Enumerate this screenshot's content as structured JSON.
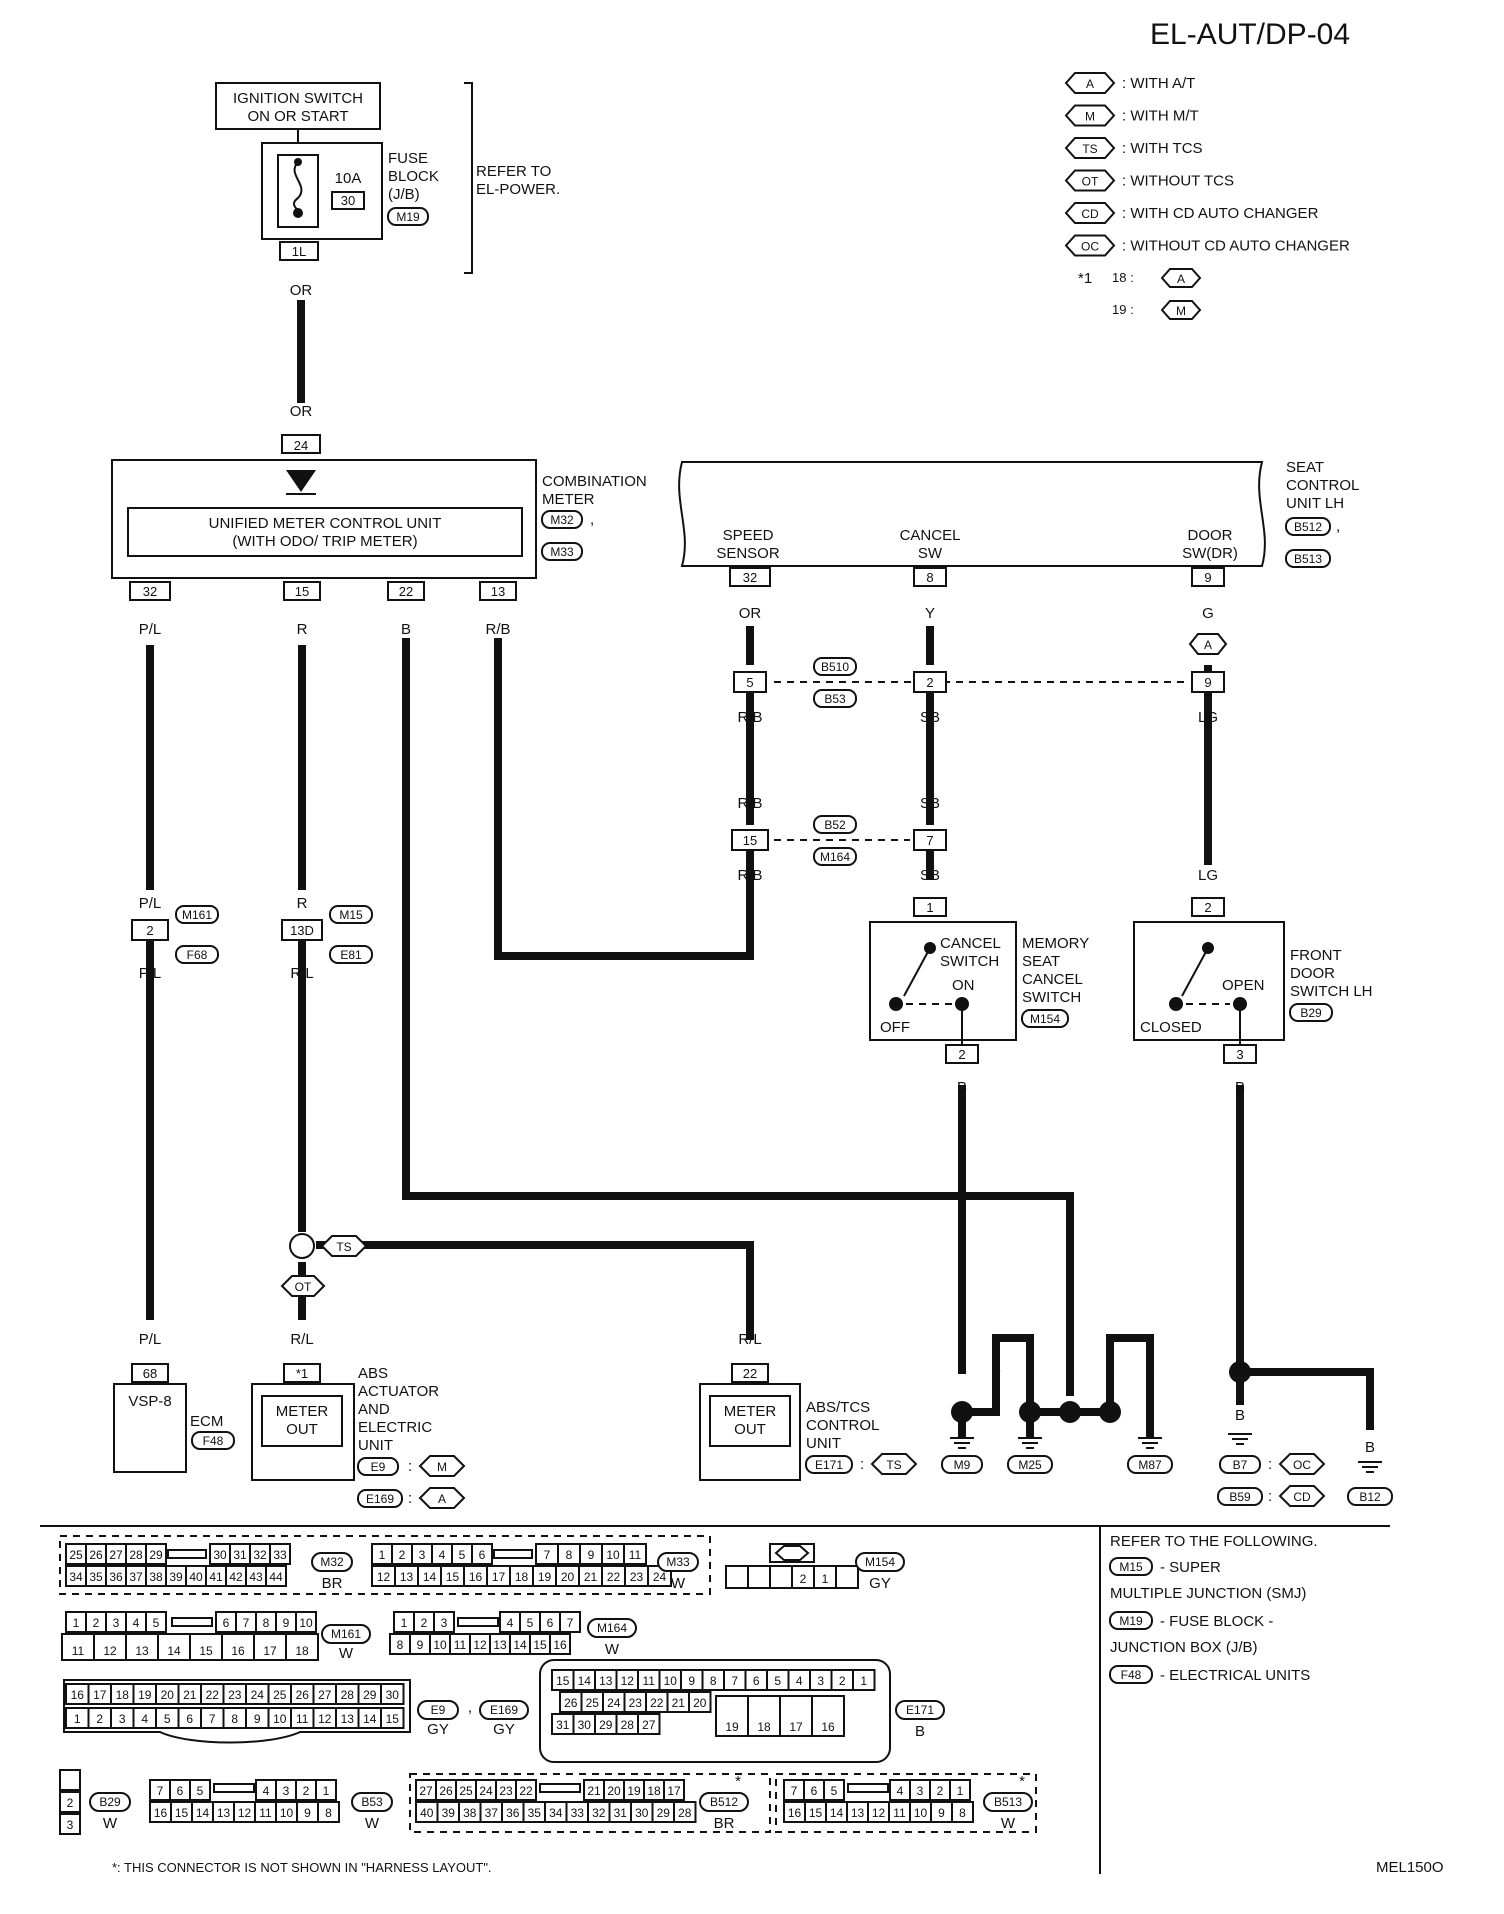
{
  "page_id": "EL-AUT/DP-04",
  "figure_id": "MEL150O",
  "legend": [
    {
      "tag": "A",
      "text": ": WITH A/T"
    },
    {
      "tag": "M",
      "text": ": WITH M/T"
    },
    {
      "tag": "TS",
      "text": ": WITH TCS"
    },
    {
      "tag": "OT",
      "text": ": WITHOUT TCS"
    },
    {
      "tag": "CD",
      "text": ": WITH CD AUTO CHANGER"
    },
    {
      "tag": "OC",
      "text": ": WITHOUT CD AUTO CHANGER"
    }
  ],
  "note_star1": {
    "mark": "*1",
    "row1_num": "18 :",
    "row1_tag": "A",
    "row2_num": "19 :",
    "row2_tag": "M"
  },
  "ignition": {
    "line1": "IGNITION SWITCH",
    "line2": "ON OR START"
  },
  "fuse": {
    "amp": "10A",
    "num": "30",
    "label1": "FUSE",
    "label2": "BLOCK",
    "label3": "(J/B)",
    "conn": "M19",
    "term": "1L"
  },
  "refer_power": {
    "line1": "REFER TO",
    "line2": "EL-POWER."
  },
  "combo_meter": {
    "label1": "COMBINATION",
    "label2": "METER",
    "conn1": "M32",
    "conn2": "M33",
    "comma": ",",
    "unit1": "UNIFIED METER CONTROL UNIT",
    "unit2": "(WITH ODO/ TRIP METER)",
    "term_in": "24",
    "t32": "32",
    "t15": "15",
    "t22": "22",
    "t13": "13"
  },
  "seat_unit": {
    "label1": "SEAT",
    "label2": "CONTROL",
    "label3": "UNIT LH",
    "conn1": "B512",
    "conn2": "B513",
    "comma": ",",
    "speed1": "SPEED",
    "speed2": "SENSOR",
    "cancel1": "CANCEL",
    "cancel2": "SW",
    "door1": "DOOR",
    "door2": "SW(DR)",
    "t32": "32",
    "t8": "8",
    "t9": "9"
  },
  "wire_colors": {
    "or_top": "OR",
    "or_mid": "OR",
    "pl1": "P/L",
    "r1": "R",
    "b1": "B",
    "rb1": "R/B",
    "or_seat": "OR",
    "y": "Y",
    "g": "G",
    "rb2": "R/B",
    "sb1": "SB",
    "lg1": "LG",
    "rb3": "R/B",
    "sb2": "SB",
    "rb4": "R/B",
    "sb3": "SB",
    "lg2": "LG",
    "pl2": "P/L",
    "pl3": "P/L",
    "r2": "R",
    "rl1": "R/L",
    "pl4": "P/L",
    "rl2": "R/L",
    "rl3": "R/L",
    "b_ms": "B",
    "b_fd": "B",
    "b_g1": "B",
    "b_g2": "B",
    "b_g3": "B",
    "b_g4": "B",
    "b_g5": "B",
    "b_g6": "B",
    "b_g7": "B",
    "b_g8": "B"
  },
  "joints": {
    "j1_a": "5",
    "j1_b": "2",
    "j1_c": "9",
    "j1_conn1": "B510",
    "j1_conn2": "B53",
    "j2_a": "15",
    "j2_b": "7",
    "j2_conn1": "B52",
    "j2_conn2": "M164",
    "m161_t": "2",
    "m161_c": "M161",
    "m161_c2": "F68",
    "m15_t": "13D",
    "m15_c": "M15",
    "m15_c2": "E81",
    "tag_a": "A",
    "tag_ts": "TS",
    "tag_ot": "OT"
  },
  "memory_switch": {
    "t1": "1",
    "t2": "2",
    "on": "ON",
    "off": "OFF",
    "cs1": "CANCEL",
    "cs2": "SWITCH",
    "label1": "MEMORY",
    "label2": "SEAT",
    "label3": "CANCEL",
    "label4": "SWITCH",
    "conn": "M154"
  },
  "door_switch": {
    "t2": "2",
    "t3": "3",
    "open": "OPEN",
    "closed": "CLOSED",
    "label1": "FRONT",
    "label2": "DOOR",
    "label3": "SWITCH LH",
    "conn": "B29"
  },
  "ecm": {
    "term": "68",
    "inner": "VSP-8",
    "label": "ECM",
    "conn": "F48"
  },
  "abs_act": {
    "term": "*1",
    "inner1": "METER",
    "inner2": "OUT",
    "label1": "ABS",
    "label2": "ACTUATOR",
    "label3": "AND",
    "label4": "ELECTRIC",
    "label5": "UNIT",
    "c1": "E9",
    "c1tag": "M",
    "c2": "E169",
    "c2tag": "A",
    "colon": ":"
  },
  "abs_tcs": {
    "term": "22",
    "inner1": "METER",
    "inner2": "OUT",
    "label1": "ABS/TCS",
    "label2": "CONTROL",
    "label3": "UNIT",
    "conn": "E171",
    "tag": "TS",
    "colon": ":"
  },
  "grounds": {
    "g1": "M9",
    "g2": "M25",
    "g3": "M87",
    "g4": "B7",
    "g4tag": "OC",
    "g5": "B59",
    "g5tag": "CD",
    "g6": "B12",
    "colon": ":"
  },
  "refer_following": {
    "title": "REFER TO THE FOLLOWING.",
    "r1c": "M15",
    "r1t": "- SUPER",
    "r1t2": "MULTIPLE JUNCTION (SMJ)",
    "r2c": "M19",
    "r2t": "- FUSE BLOCK -",
    "r2t2": "JUNCTION BOX (J/B)",
    "r3c": "F48",
    "r3t": "- ELECTRICAL UNITS"
  },
  "connectors": {
    "m32": {
      "id": "M32",
      "color": "BR",
      "row1": [
        "25",
        "26",
        "27",
        "28",
        "29",
        "30",
        "31",
        "32",
        "33"
      ],
      "row2": [
        "34",
        "35",
        "36",
        "37",
        "38",
        "39",
        "40",
        "41",
        "42",
        "43",
        "44"
      ]
    },
    "m33": {
      "id": "M33",
      "color": "W",
      "row1": [
        "1",
        "2",
        "3",
        "4",
        "5",
        "6",
        "7",
        "8",
        "9",
        "10",
        "11"
      ],
      "row2": [
        "12",
        "13",
        "14",
        "15",
        "16",
        "17",
        "18",
        "19",
        "20",
        "21",
        "22",
        "23",
        "24"
      ]
    },
    "m154": {
      "id": "M154",
      "color": "GY",
      "pins": [
        "2",
        "1"
      ]
    },
    "m161": {
      "id": "M161",
      "color": "W",
      "row1": [
        "1",
        "2",
        "3",
        "4",
        "5",
        "6",
        "7",
        "8",
        "9",
        "10"
      ],
      "row2": [
        "11",
        "12",
        "13",
        "14",
        "15",
        "16",
        "17",
        "18"
      ]
    },
    "m164": {
      "id": "M164",
      "color": "W",
      "row1": [
        "1",
        "2",
        "3",
        "4",
        "5",
        "6",
        "7"
      ],
      "row2": [
        "8",
        "9",
        "10",
        "11",
        "12",
        "13",
        "14",
        "15",
        "16"
      ]
    },
    "e9": {
      "id": "E9",
      "id2": "E169",
      "color": "GY",
      "color2": "GY",
      "comma": ",",
      "row1": [
        "16",
        "17",
        "18",
        "19",
        "20",
        "21",
        "22",
        "23",
        "24",
        "25",
        "26",
        "27",
        "28",
        "29",
        "30"
      ],
      "row2": [
        "1",
        "2",
        "3",
        "4",
        "5",
        "6",
        "7",
        "8",
        "9",
        "10",
        "11",
        "12",
        "13",
        "14",
        "15"
      ]
    },
    "e171": {
      "id": "E171",
      "color": "B",
      "row1": [
        "15",
        "14",
        "13",
        "12",
        "11",
        "10",
        "9",
        "8",
        "7",
        "6",
        "5",
        "4",
        "3",
        "2",
        "1"
      ],
      "row2": [
        "26",
        "25",
        "24",
        "23",
        "22",
        "21",
        "20"
      ],
      "row3": [
        "31",
        "30",
        "29",
        "28",
        "27"
      ],
      "big": [
        "19",
        "18",
        "17",
        "16"
      ]
    },
    "b29": {
      "id": "B29",
      "color": "W",
      "pins": [
        "2",
        "3"
      ]
    },
    "b53": {
      "id": "B53",
      "color": "W",
      "row1": [
        "7",
        "6",
        "5",
        "4",
        "3",
        "2",
        "1"
      ],
      "row2": [
        "16",
        "15",
        "14",
        "13",
        "12",
        "11",
        "10",
        "9",
        "8"
      ]
    },
    "b512": {
      "id": "B512",
      "color": "BR",
      "star": "*",
      "row1": [
        "27",
        "26",
        "25",
        "24",
        "23",
        "22",
        "21",
        "20",
        "19",
        "18",
        "17"
      ],
      "row2": [
        "40",
        "39",
        "38",
        "37",
        "36",
        "35",
        "34",
        "33",
        "32",
        "31",
        "30",
        "29",
        "28"
      ]
    },
    "b513": {
      "id": "B513",
      "color": "W",
      "star": "*",
      "row1": [
        "7",
        "6",
        "5",
        "4",
        "3",
        "2",
        "1"
      ],
      "row2": [
        "16",
        "15",
        "14",
        "13",
        "12",
        "11",
        "10",
        "9",
        "8"
      ]
    }
  },
  "footnote": "*: THIS CONNECTOR IS NOT SHOWN IN \"HARNESS LAYOUT\"."
}
